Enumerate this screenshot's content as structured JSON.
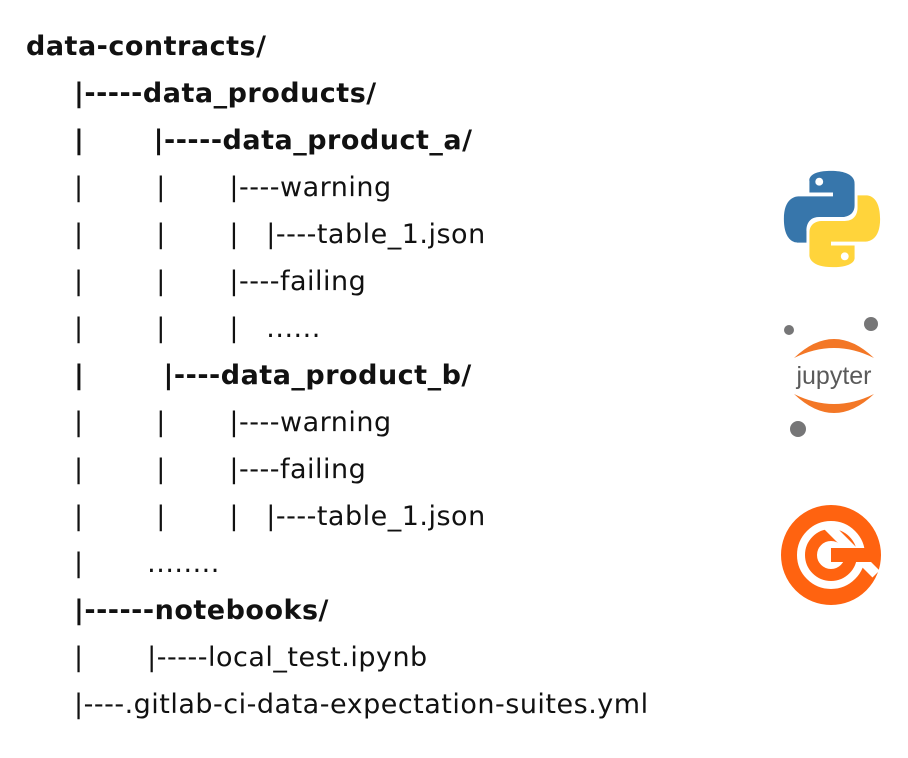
{
  "tree": {
    "lines": [
      {
        "text": "data-contracts/",
        "bold": true
      },
      {
        "text": "|-----data_products/",
        "bold": true
      },
      {
        "text": "|       |-----data_product_a/",
        "bold": true
      },
      {
        "text": "|        |       |----warning",
        "bold": false
      },
      {
        "text": "|        |       |   |----table_1.json",
        "bold": false
      },
      {
        "text": "|        |       |----failing",
        "bold": false
      },
      {
        "text": "|        |       |   ......",
        "bold": false
      },
      {
        "text": "|        |----data_product_b/",
        "bold": true
      },
      {
        "text": "|        |       |----warning",
        "bold": false
      },
      {
        "text": "|        |       |----failing",
        "bold": false
      },
      {
        "text": "|        |       |   |----table_1.json",
        "bold": false
      },
      {
        "text": "|       ........",
        "bold": false
      },
      {
        "text": "|------notebooks/",
        "bold": true
      },
      {
        "text": "|       |-----local_test.ipynb",
        "bold": false
      },
      {
        "text": "|----.gitlab-ci-data-expectation-suites.yml",
        "bold": false
      }
    ]
  },
  "logos": {
    "python": {
      "icon": "python-logo-icon",
      "colors": {
        "blue": "#3776ab",
        "yellow": "#ffd43b"
      }
    },
    "jupyter": {
      "icon": "jupyter-logo-icon",
      "wordmark": "jupyter",
      "colors": {
        "orange": "#f37726",
        "gray": "#767677"
      }
    },
    "great_expectations": {
      "icon": "great-expectations-logo-icon",
      "colors": {
        "orange": "#ff6310"
      }
    }
  }
}
